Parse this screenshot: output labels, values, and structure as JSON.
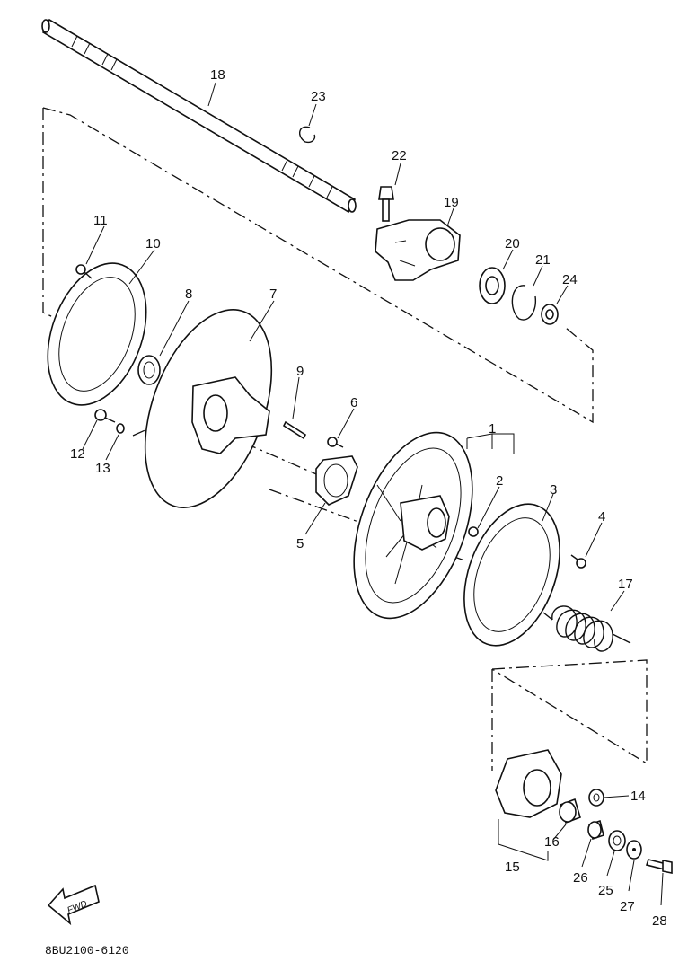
{
  "diagram": {
    "code": "8BU2100-6120",
    "fwd_label": "FWD",
    "callouts": [
      "1",
      "2",
      "3",
      "4",
      "5",
      "6",
      "7",
      "8",
      "9",
      "10",
      "11",
      "12",
      "13",
      "14",
      "15",
      "16",
      "17",
      "18",
      "19",
      "20",
      "21",
      "22",
      "23",
      "24",
      "25",
      "26",
      "27",
      "28"
    ]
  }
}
